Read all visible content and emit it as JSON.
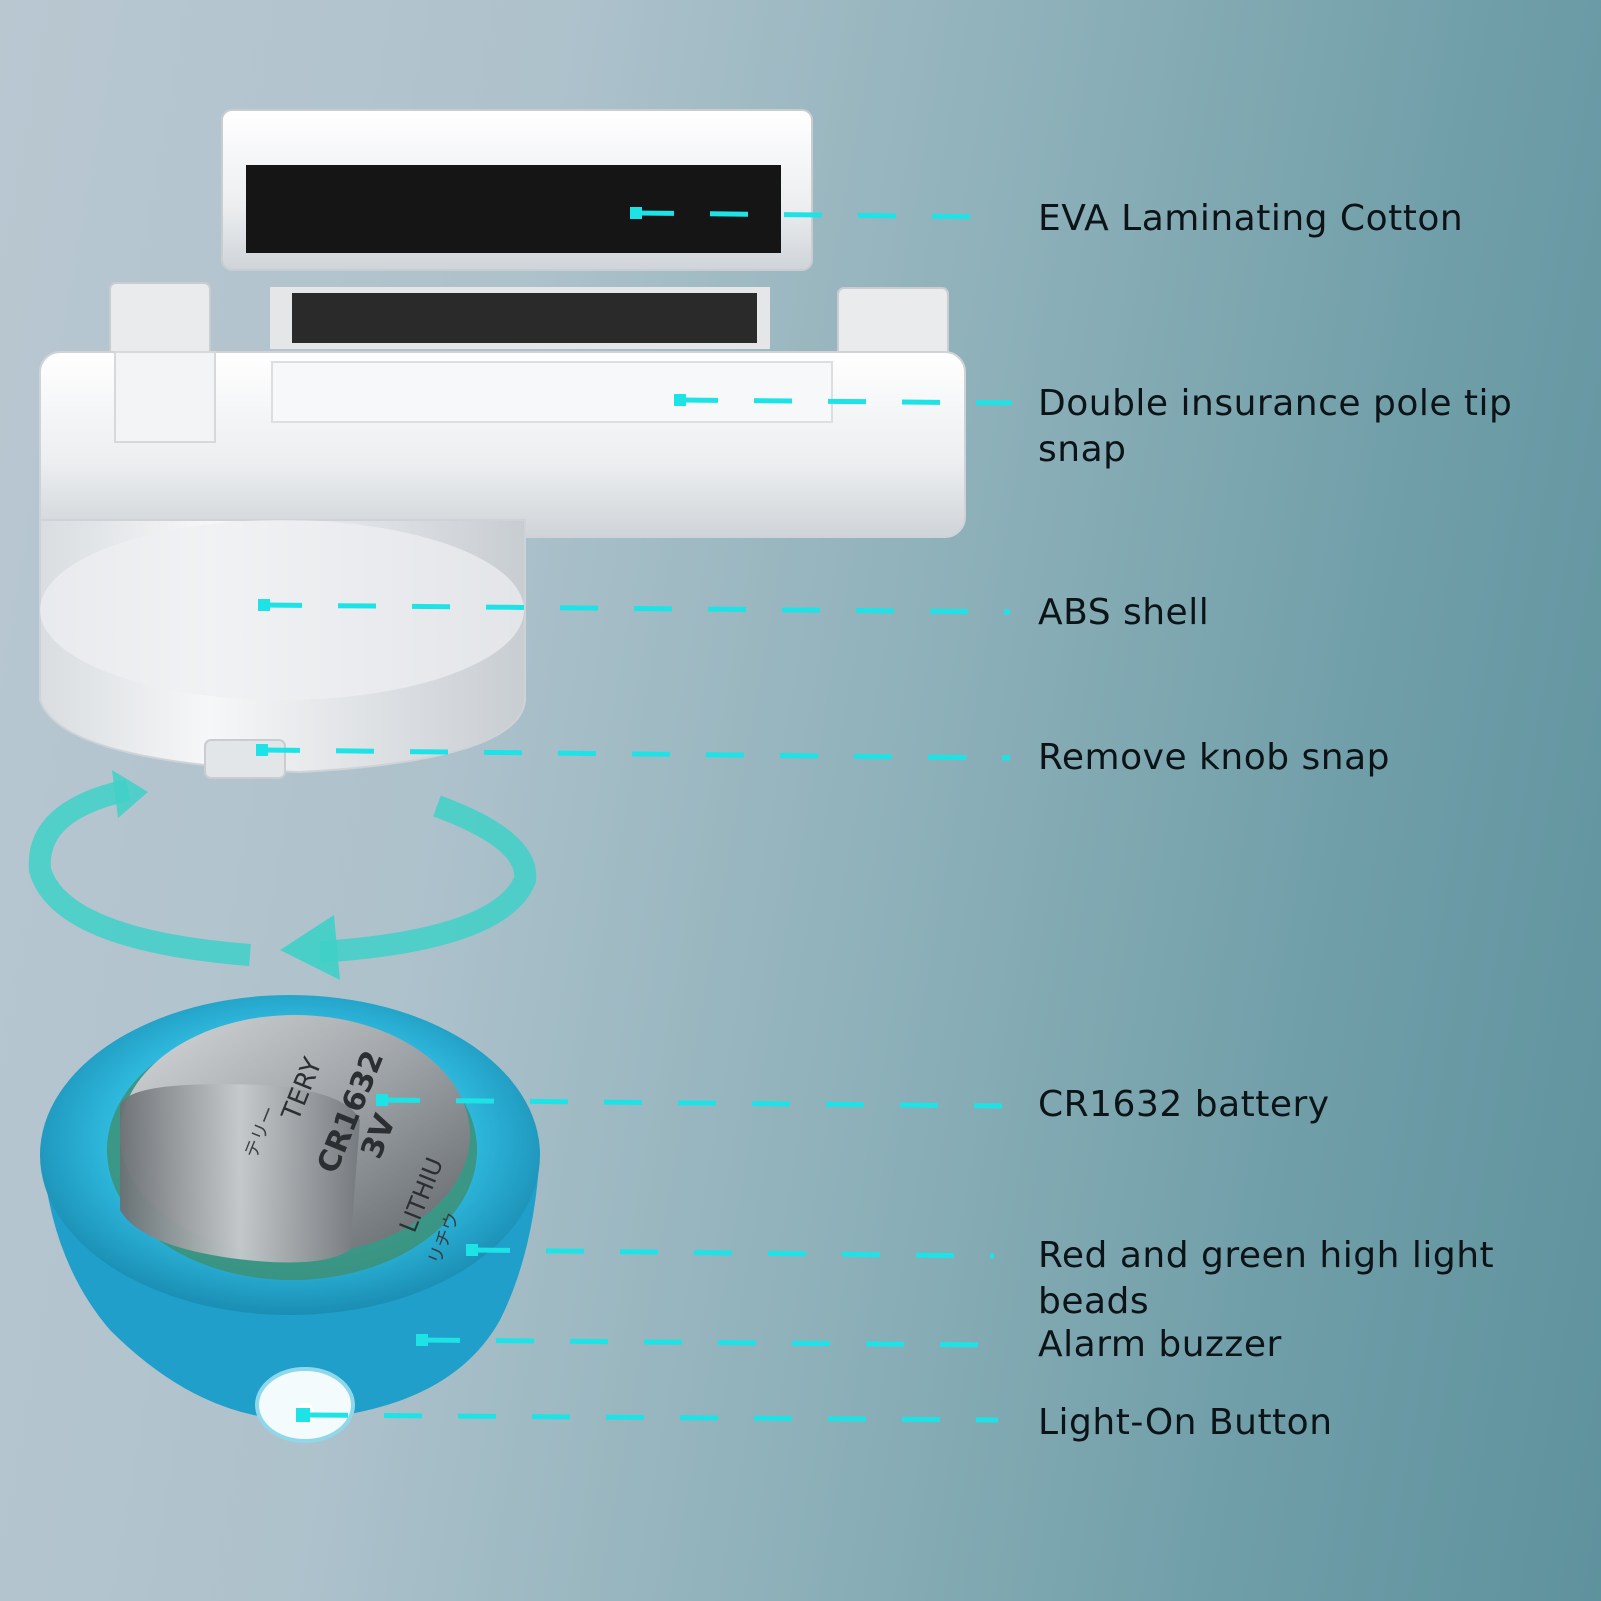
{
  "labels": {
    "eva": "EVA Laminating Cotton",
    "snap": "Double insurance pole tip snap",
    "shell": "ABS shell",
    "knob": "Remove knob snap",
    "battery": "CR1632 battery",
    "beads": "Red and green high light beads",
    "buzzer": "Alarm buzzer",
    "button": "Light-On Button"
  },
  "battery_print": {
    "brand": "TERY",
    "model": "CR1632",
    "voltage": "3V",
    "chem": "LITHIU",
    "jp1": "リチウ",
    "jp2": "テリー"
  },
  "colors": {
    "accent": "#1de3e6",
    "shell": "#eef0f2",
    "foam": "#141414",
    "base_cap": "#2bb8e0",
    "arrow": "#3fd0c8"
  },
  "icons": {
    "rotate": "rotate-arrows-icon"
  }
}
